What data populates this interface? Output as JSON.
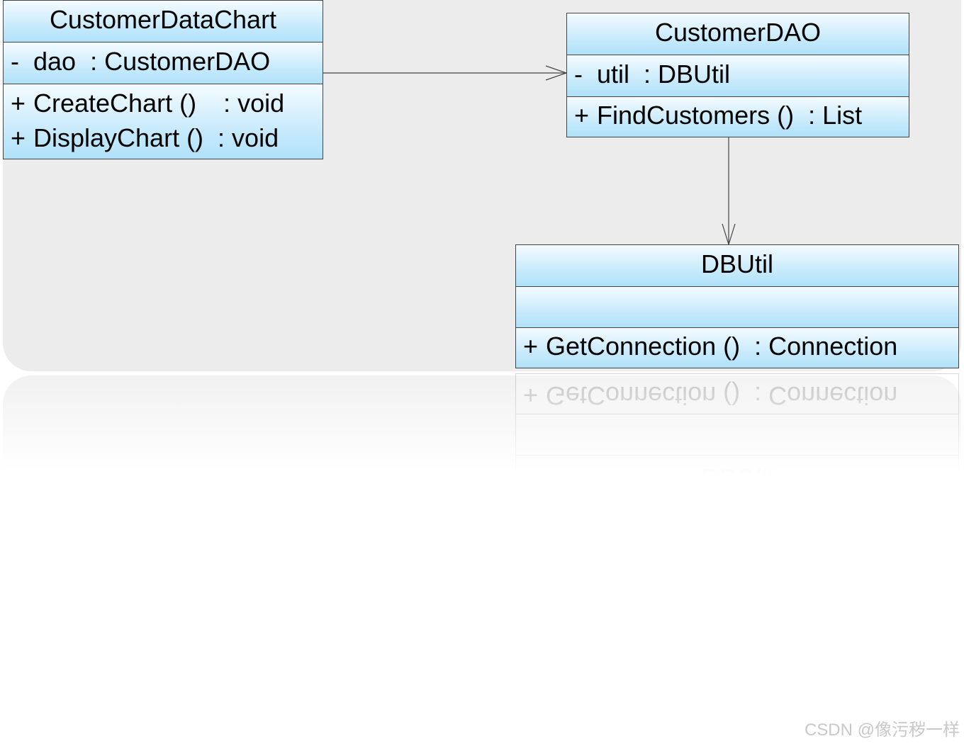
{
  "diagram": {
    "classes": [
      {
        "name": "CustomerDataChart",
        "attributes": [
          {
            "visibility": "-",
            "name": "dao",
            "type": ": CustomerDAO"
          }
        ],
        "operations": [
          {
            "visibility": "+",
            "name": "CreateChart ()",
            "type": ": void"
          },
          {
            "visibility": "+",
            "name": "DisplayChart ()",
            "type": ": void"
          }
        ]
      },
      {
        "name": "CustomerDAO",
        "attributes": [
          {
            "visibility": "-",
            "name": "util",
            "type": ": DBUtil"
          }
        ],
        "operations": [
          {
            "visibility": "+",
            "name": "FindCustomers ()",
            "type": ": List"
          }
        ]
      },
      {
        "name": "DBUtil",
        "attributes": [],
        "operations": [
          {
            "visibility": "+",
            "name": "GetConnection ()",
            "type": ": Connection"
          }
        ]
      }
    ],
    "relations": [
      {
        "from": "CustomerDataChart",
        "to": "CustomerDAO",
        "kind": "association",
        "arrow": "open"
      },
      {
        "from": "CustomerDAO",
        "to": "DBUtil",
        "kind": "association",
        "arrow": "open"
      }
    ]
  },
  "watermark": "CSDN @像污秽一样",
  "colors": {
    "class_fill_top": "#f4fbff",
    "class_fill_bottom": "#b0e1f8",
    "panel_background": "#ececec",
    "line": "#444444"
  }
}
